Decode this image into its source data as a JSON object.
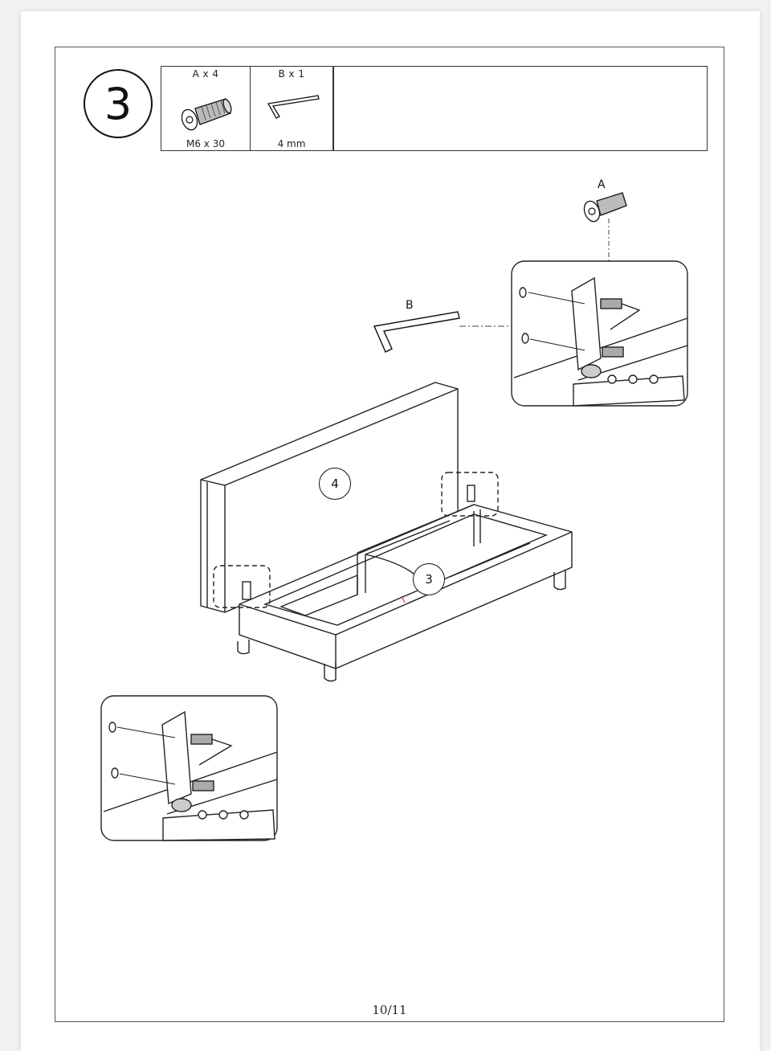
{
  "step": {
    "number": "3"
  },
  "parts": [
    {
      "id": "A",
      "quantity_label": "A x 4",
      "size_label": "M6 x 30",
      "icon": "bolt-icon"
    },
    {
      "id": "B",
      "quantity_label": "B x 1",
      "size_label": "4 mm",
      "icon": "allen-key-icon"
    }
  ],
  "diagram": {
    "part_labels": {
      "bolt": "A",
      "key": "B"
    },
    "callouts": {
      "backrest": "4",
      "base": "3"
    }
  },
  "footer": {
    "page": "10/11"
  }
}
